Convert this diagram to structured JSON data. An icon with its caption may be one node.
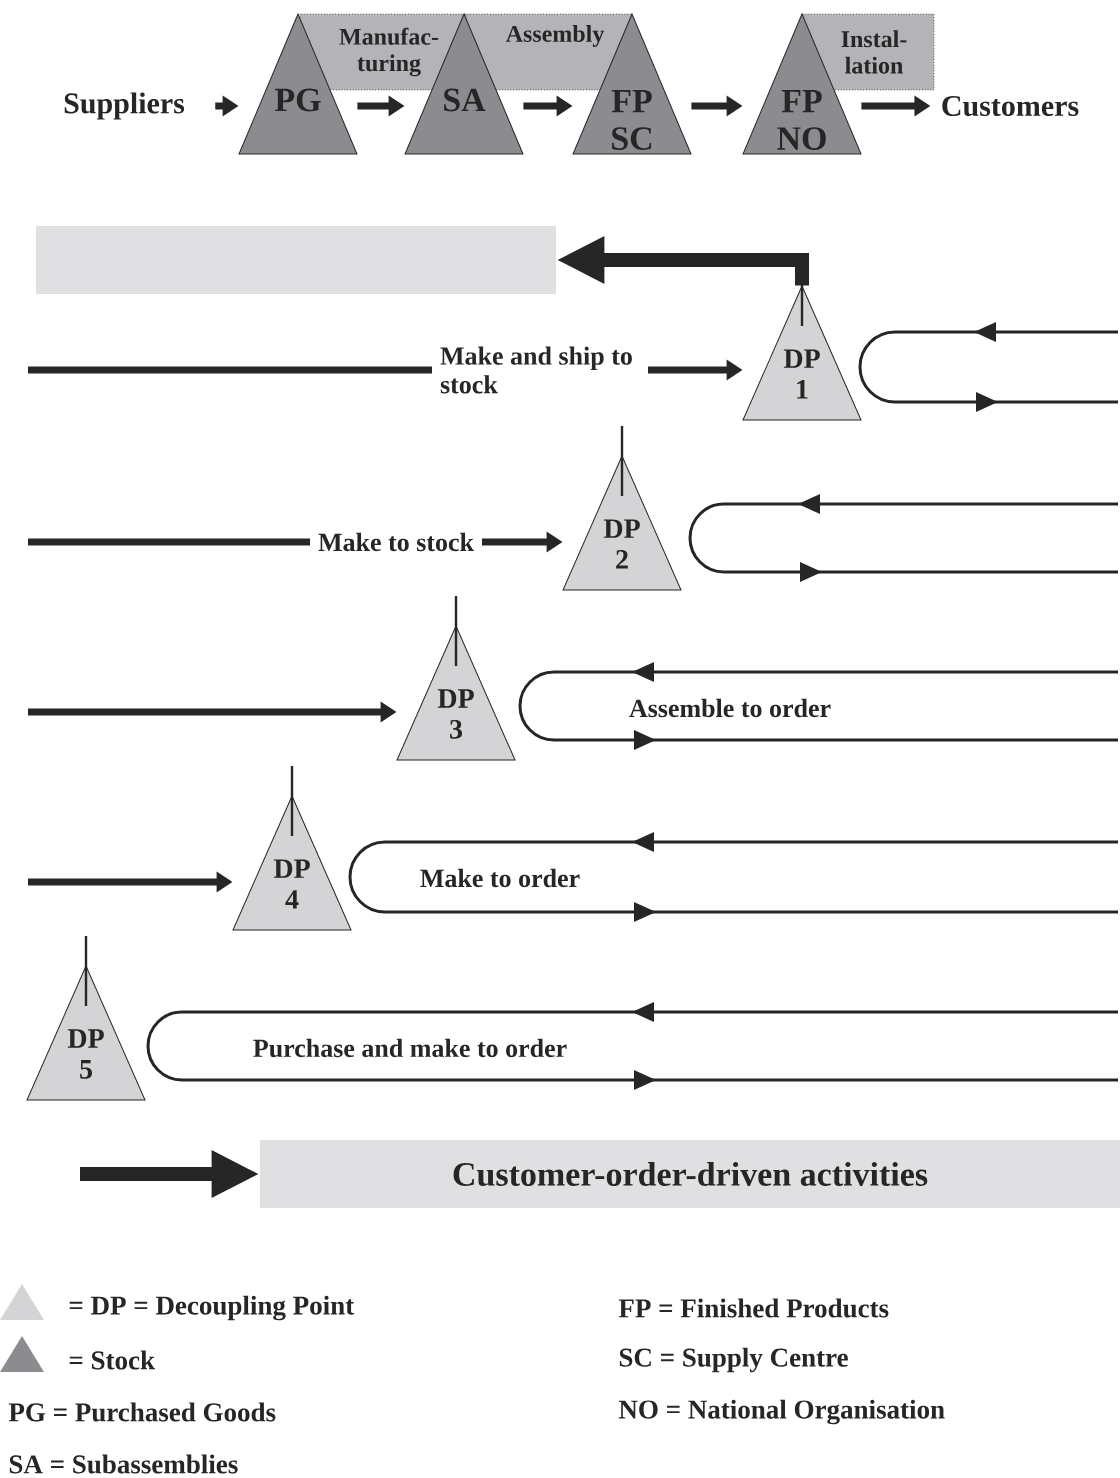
{
  "diagram": {
    "nodes": [
      {
        "text": [
          "Suppliers"
        ]
      },
      {
        "text": [
          "PG"
        ]
      },
      {
        "text": [
          "SA"
        ]
      },
      {
        "text": [
          "FP SC"
        ]
      },
      {
        "text": [
          "FP NO"
        ]
      },
      {
        "text": [
          "Customers"
        ]
      },
      {
        "text": [
          "Manufac- turing"
        ]
      },
      {
        "text": [
          "Assembly"
        ]
      },
      {
        "text": [
          "Instal- lation"
        ]
      },
      {
        "text": [],
        "shape": "bar"
      },
      {
        "text": [
          "DP 1"
        ]
      },
      {
        "text": [
          "DP 2"
        ]
      },
      {
        "text": [
          "DP 3"
        ]
      },
      {
        "text": [
          "DP 4"
        ]
      },
      {
        "text": [
          "DP 5"
        ]
      },
      {
        "text": [
          "Customer-order-driven activities"
        ]
      }
    ],
    "edges": [
      {
        "from": 0,
        "to": 1,
        "arrow": "to"
      },
      {
        "from": 1,
        "to": 2,
        "arrow": "to"
      },
      {
        "from": 2,
        "to": 3,
        "arrow": "to"
      },
      {
        "from": 3,
        "to": 4,
        "arrow": "to"
      },
      {
        "from": 4,
        "to": 5,
        "arrow": "to"
      },
      {
        "from": 10,
        "to": 9,
        "arrow": "to",
        "style": "thick"
      },
      {
        "from": null,
        "to": 10,
        "arrow": "to",
        "label": "Make and ship to stock"
      },
      {
        "from": null,
        "to": 11,
        "arrow": "to",
        "label": "Make to stock"
      },
      {
        "from": null,
        "to": 12,
        "arrow": "to"
      },
      {
        "from": null,
        "to": 13,
        "arrow": "to"
      },
      {
        "from": null,
        "to": 15,
        "arrow": "to",
        "style": "thick"
      }
    ],
    "labels": [
      "Assemble to order",
      "Make to order",
      "Purchase and make to order",
      "FP = Finished Products",
      "SC = Supply Centre",
      "PG = Purchased Goods",
      "NO = National Organisation",
      "SA = Subassemblies"
    ],
    "legend": [
      {
        "text": "= DP = Decoupling Point"
      },
      {
        "text": "= Stock"
      }
    ]
  }
}
